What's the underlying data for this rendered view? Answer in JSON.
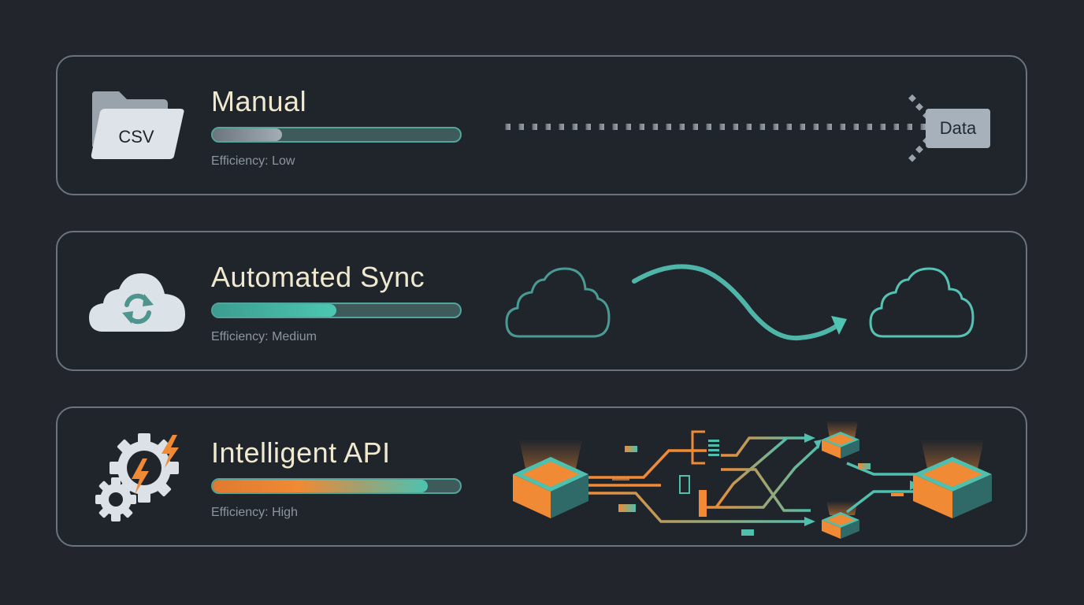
{
  "colors": {
    "background": "#22262c",
    "card_border": "#6b737c",
    "title_text": "#efe9cf",
    "subtitle_text": "#8d959e",
    "teal": "#4fbfae",
    "orange": "#f08a34",
    "gray": "#9aa3ab"
  },
  "cards": [
    {
      "title": "Manual",
      "subtitle": "Efficiency: Low",
      "progress_percent": 28,
      "icon": "csv-folder-icon",
      "icon_label": "CSV",
      "visual": "dotted-arrow-to-data",
      "target_label": "Data"
    },
    {
      "title": "Automated Sync",
      "subtitle": "Efficiency: Medium",
      "progress_percent": 50,
      "icon": "cloud-sync-icon",
      "visual": "cloud-to-cloud-arrow"
    },
    {
      "title": "Intelligent API",
      "subtitle": "Efficiency: High",
      "progress_percent": 87,
      "icon": "gears-lightning-icon",
      "visual": "server-network-routing"
    }
  ]
}
